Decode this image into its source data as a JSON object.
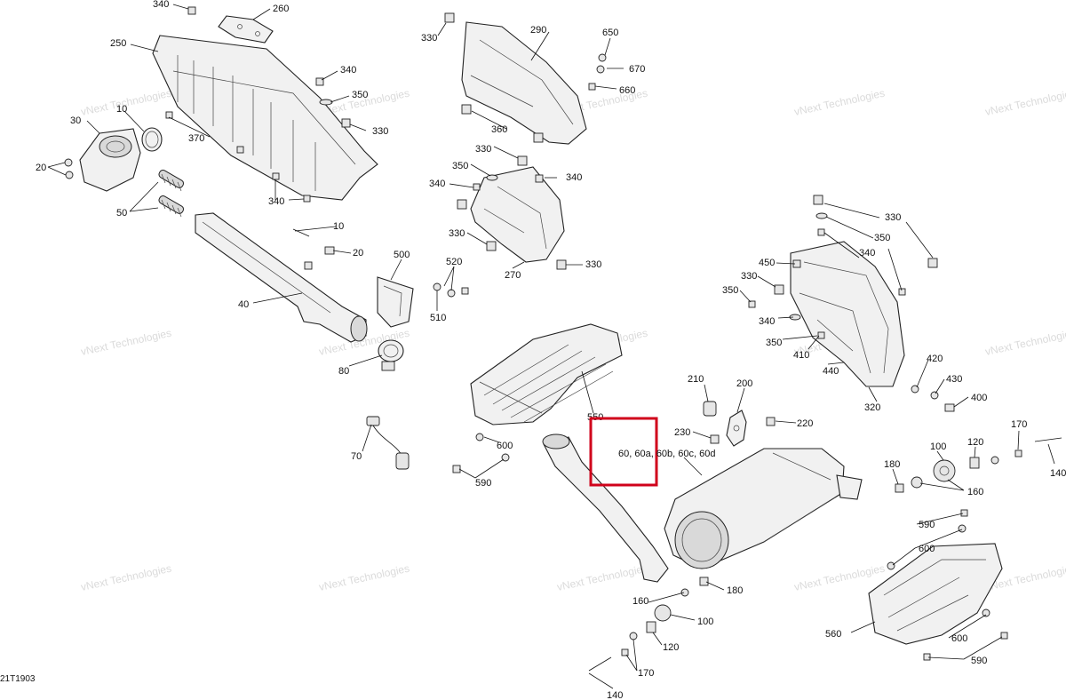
{
  "watermark": "vNext Technologies",
  "reference_code": "21T1903",
  "highlight": {
    "label": "60, 60a, 60b, 60c, 60d",
    "color": "#d0021b"
  },
  "callouts": [
    "340",
    "260",
    "250",
    "330",
    "290",
    "650",
    "670",
    "660",
    "340",
    "350",
    "330",
    "10",
    "30",
    "370",
    "20",
    "50",
    "340",
    "360",
    "330",
    "350",
    "340",
    "340",
    "330",
    "270",
    "330",
    "10",
    "20",
    "500",
    "520",
    "510",
    "40",
    "80",
    "70",
    "550",
    "600",
    "590",
    "210",
    "200",
    "230",
    "220",
    "450",
    "330",
    "350",
    "340",
    "330",
    "350",
    "340",
    "350",
    "410",
    "440",
    "320",
    "420",
    "430",
    "400",
    "170",
    "140",
    "180",
    "100",
    "120",
    "160",
    "590",
    "600",
    "560",
    "600",
    "590",
    "180",
    "160",
    "100",
    "120",
    "170",
    "140"
  ]
}
